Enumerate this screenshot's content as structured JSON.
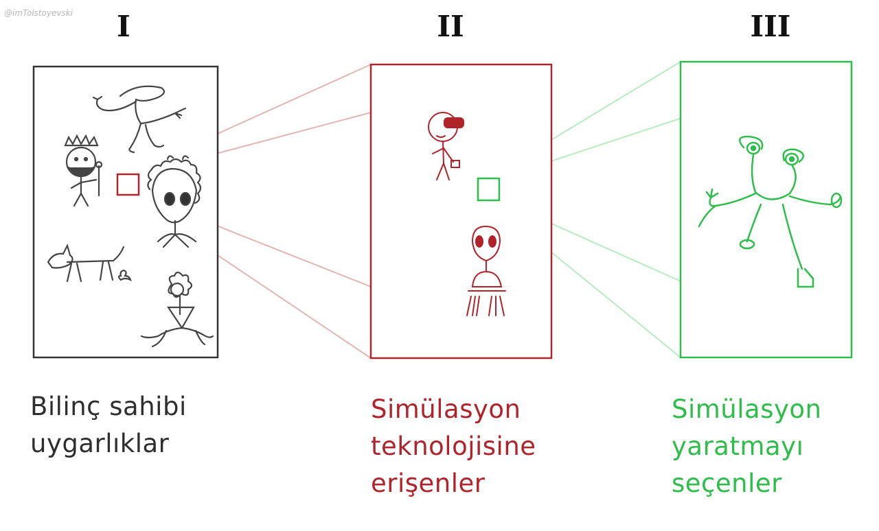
{
  "watermark": "@imTolstoyevski",
  "numerals": [
    "I",
    "II",
    "III"
  ],
  "captions": {
    "first": [
      "Bilinç sahibi",
      "uygarlıklar"
    ],
    "second": [
      "Simülasyon",
      "teknolojisine",
      "erişenler"
    ],
    "third": [
      "Simülasyon",
      "yaratmayı",
      "seçenler"
    ]
  },
  "colors": {
    "first": "#2e2e2e",
    "second": "#b0232a",
    "third": "#2ebd4b",
    "second_zoom_lines": "#e3b4b4",
    "third_zoom_lines": "#b6ebc2"
  }
}
